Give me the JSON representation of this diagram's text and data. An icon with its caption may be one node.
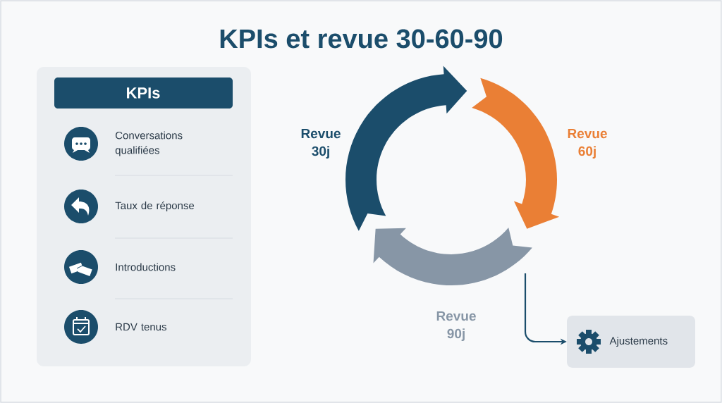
{
  "diagram": {
    "title": "KPIs et revue 30-60-90",
    "nodes": [
      {
        "text": [
          "KPIs"
        ]
      },
      {
        "text": [
          "Conversations qualifiées"
        ],
        "in": 0
      },
      {
        "text": [
          "Taux de réponse"
        ],
        "in": 0
      },
      {
        "text": [
          "Introductions"
        ],
        "in": 0
      },
      {
        "text": [
          "RDV tenus"
        ],
        "in": 0
      },
      {
        "text": [
          "Revue 30j"
        ]
      },
      {
        "text": [
          "Revue 60j"
        ]
      },
      {
        "text": [
          "Revue 90j"
        ]
      },
      {
        "text": [
          "Ajustements"
        ]
      }
    ],
    "edges": [
      {
        "from": 5,
        "to": 6,
        "arrow": "to",
        "style": "thick",
        "color": "#1b4d6b"
      },
      {
        "from": 6,
        "to": 7,
        "arrow": "to",
        "style": "thick",
        "color": "#ea7f35"
      },
      {
        "from": 7,
        "to": 5,
        "arrow": "to",
        "style": "thick",
        "color": "#8796a6"
      },
      {
        "from": null,
        "to": 8,
        "arrow": "to"
      }
    ]
  }
}
